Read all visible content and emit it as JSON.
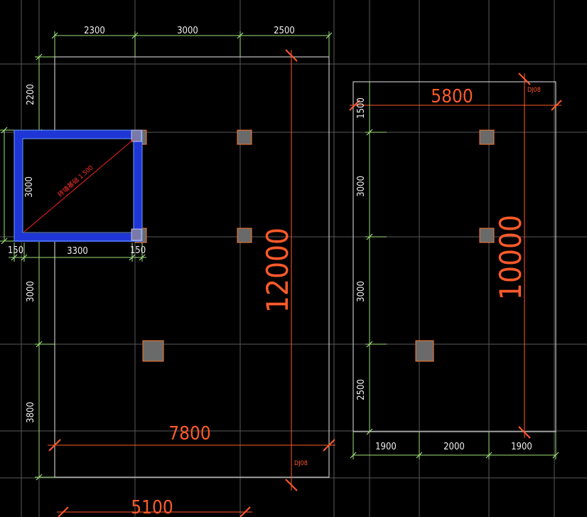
{
  "left_foundation": {
    "top_dims": [
      "2300",
      "3000",
      "2500"
    ],
    "side_dims": [
      "2200",
      "3000",
      "3000",
      "3800"
    ],
    "overall_height": "12000",
    "overall_width": "7800",
    "bottom_dim": "5100",
    "tag": "DJ08"
  },
  "selected_pile_cap": {
    "width_dim": "3300",
    "height_dim": "3000",
    "left_edge_dim": "150",
    "right_edge_dim": "150",
    "diagonal_label": "砖墙基础 1.500"
  },
  "right_foundation": {
    "overall_width": "5800",
    "overall_height": "10000",
    "tag": "DJ08",
    "side_dims": [
      "1500",
      "3000",
      "3000",
      "2500"
    ],
    "bottom_dims": [
      "1900",
      "2000",
      "1900"
    ]
  },
  "colors": {
    "background": "#000000",
    "grid": "#5a5a5a",
    "dimension_green": "#9ee07a",
    "dimension_orange": "#ff5a2a",
    "selection_blue": "#1f36d6",
    "column_fill": "#6a6a6a"
  }
}
